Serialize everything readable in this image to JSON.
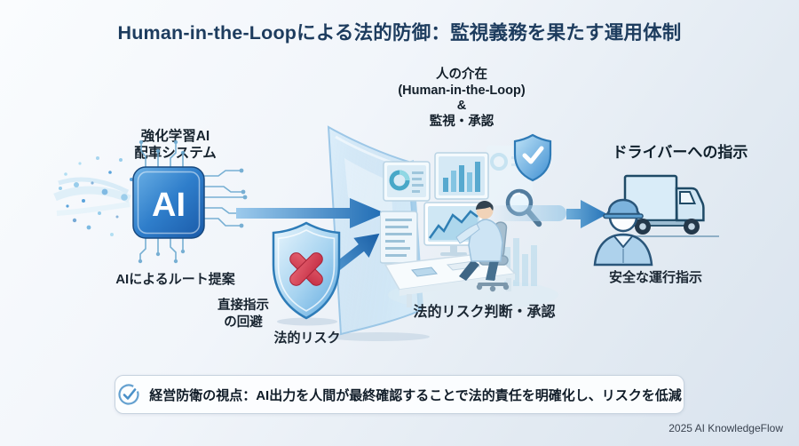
{
  "title": "Human-in-the-Loopによる法的防御：監視義務を果たす運用体制",
  "hitl": {
    "label": "人の介在\n(Human-in-the-Loop)\n&\n監視・承認"
  },
  "ai_stage": {
    "heading": "強化学習AI\n配車システム",
    "chip_label": "AI",
    "caption": "AIによるルート提案"
  },
  "risk_stage": {
    "avoid_label": "直接指示\nの回避",
    "caption": "法的リスク"
  },
  "review_stage": {
    "caption": "法的リスク判断・承認"
  },
  "driver_stage": {
    "heading": "ドライバーへの指示",
    "caption": "安全な運行指示"
  },
  "banner": {
    "text": "経営防衛の視点：AI出力を人間が最終確認することで法的責任を明確化し、リスクを低減"
  },
  "footer": {
    "credit": "2025 AI KnowledgeFlow"
  },
  "colors": {
    "title_navy": "#1d3c5e",
    "arrow_blue": "#1f6cb4",
    "shield_blue": "#6fb2e2",
    "error_red": "#d63a4e",
    "check_blue": "#4a90c8",
    "background_start": "#fafcfe",
    "background_end": "#d9e3ee"
  }
}
